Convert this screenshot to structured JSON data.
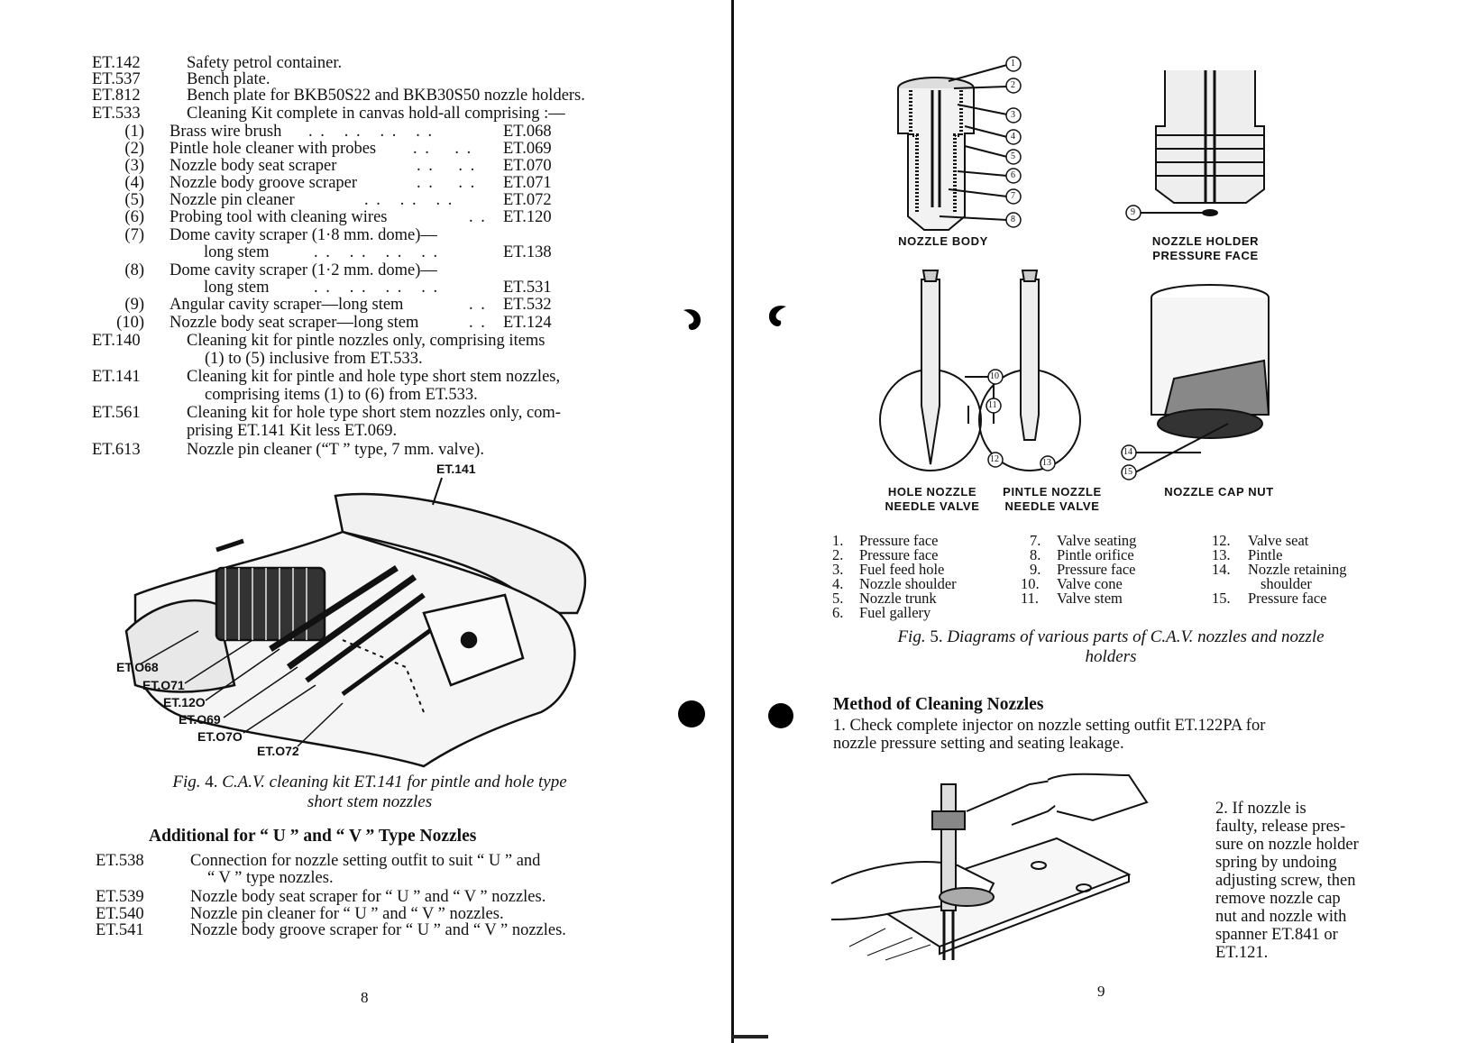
{
  "left_page": {
    "items": [
      {
        "code": "ET.142",
        "desc": "Safety petrol container."
      },
      {
        "code": "ET.537",
        "desc": "Bench plate."
      },
      {
        "code": "ET.812",
        "desc": "Bench plate for BKB50S22 and BKB30S50 nozzle holders."
      },
      {
        "code": "ET.533",
        "desc": "Cleaning Kit complete in canvas hold-all comprising :—"
      }
    ],
    "kit_items": [
      {
        "num": "(1)",
        "desc": "Brass wire brush",
        "code": "ET.068"
      },
      {
        "num": "(2)",
        "desc": "Pintle hole cleaner with probes",
        "code": "ET.069"
      },
      {
        "num": "(3)",
        "desc": "Nozzle body seat scraper",
        "code": "ET.070"
      },
      {
        "num": "(4)",
        "desc": "Nozzle body groove scraper",
        "code": "ET.071"
      },
      {
        "num": "(5)",
        "desc": "Nozzle pin cleaner",
        "code": "ET.072"
      },
      {
        "num": "(6)",
        "desc": "Probing tool with cleaning wires",
        "code": "ET.120"
      },
      {
        "num": "(7)",
        "desc": "Dome cavity scraper (1·8 mm. dome)—",
        "desc2": "long stem",
        "code": "ET.138"
      },
      {
        "num": "(8)",
        "desc": "Dome cavity scraper (1·2 mm. dome)—",
        "desc2": "long stem",
        "code": "ET.531"
      },
      {
        "num": "(9)",
        "desc": "Angular cavity scraper—long stem",
        "code": "ET.532"
      },
      {
        "num": "(10)",
        "desc": "Nozzle body seat scraper—long stem",
        "code": "ET.124"
      }
    ],
    "more_items": [
      {
        "code": "ET.140",
        "line1": "Cleaning kit for pintle nozzles only, comprising items",
        "line2": "(1) to (5) inclusive from ET.533."
      },
      {
        "code": "ET.141",
        "line1": "Cleaning kit for pintle and hole type short stem nozzles,",
        "line2": "comprising items (1) to (6) from ET.533."
      },
      {
        "code": "ET.561",
        "line1": "Cleaning kit for hole type short stem nozzles only, com-",
        "line2": "prising ET.141 Kit less ET.069."
      },
      {
        "code": "ET.613",
        "line1": "Nozzle pin cleaner (“T ” type, 7 mm. valve)."
      }
    ],
    "figure": {
      "labels": [
        "ET.141",
        "ET.O68",
        "ET.O71",
        "ET.12O",
        "ET.O69",
        "ET.O7O",
        "ET.O72"
      ],
      "caption_prefix": "Fig.",
      "caption_num": "4.",
      "caption_line1": "C.A.V. cleaning kit ET.141 for pintle and hole type",
      "caption_line2": "short stem nozzles"
    },
    "additional_heading": "Additional for “ U ” and “ V ” Type Nozzles",
    "additional_items": [
      {
        "code": "ET.538",
        "line1": "Connection for nozzle setting outfit to suit “ U ” and",
        "line2": "“ V ” type nozzles."
      },
      {
        "code": "ET.539",
        "line1": "Nozzle body seat scraper for “ U ” and “ V ” nozzles."
      },
      {
        "code": "ET.540",
        "line1": "Nozzle pin cleaner for “ U ” and “ V ” nozzles."
      },
      {
        "code": "ET.541",
        "line1": "Nozzle body groove scraper for “ U ” and “ V ” nozzles."
      }
    ],
    "page_number": "8"
  },
  "right_page": {
    "diagram_labels": {
      "nozzle_body": "NOZZLE BODY",
      "holder_1": "NOZZLE HOLDER",
      "holder_2": "PRESSURE FACE",
      "hole_1": "HOLE NOZZLE",
      "hole_2": "NEEDLE VALVE",
      "pintle_1": "PINTLE NOZZLE",
      "pintle_2": "NEEDLE VALVE",
      "cap_nut": "NOZZLE CAP NUT"
    },
    "callouts": [
      "1",
      "2",
      "3",
      "4",
      "5",
      "6",
      "7",
      "8",
      "9",
      "10",
      "11",
      "12",
      "13",
      "14",
      "15"
    ],
    "legend_col1": [
      {
        "n": "1.",
        "t": "Pressure face"
      },
      {
        "n": "2.",
        "t": "Pressure face"
      },
      {
        "n": "3.",
        "t": "Fuel feed hole"
      },
      {
        "n": "4.",
        "t": "Nozzle shoulder"
      },
      {
        "n": "5.",
        "t": "Nozzle trunk"
      },
      {
        "n": "6.",
        "t": "Fuel gallery"
      }
    ],
    "legend_col2": [
      {
        "n": "7.",
        "t": "Valve seating"
      },
      {
        "n": "8.",
        "t": "Pintle orifice"
      },
      {
        "n": "9.",
        "t": "Pressure face"
      },
      {
        "n": "10.",
        "t": "Valve cone"
      },
      {
        "n": "11.",
        "t": "Valve stem"
      }
    ],
    "legend_col3": [
      {
        "n": "12.",
        "t": "Valve seat"
      },
      {
        "n": "13.",
        "t": "Pintle"
      },
      {
        "n": "14.",
        "t": "Nozzle retaining",
        "t2": "shoulder"
      },
      {
        "n": "15.",
        "t": "Pressure face"
      }
    ],
    "fig5_prefix": "Fig.",
    "fig5_num": "5.",
    "fig5_line1": "Diagrams of various parts of C.A.V. nozzles and nozzle",
    "fig5_line2": "holders",
    "method_heading": "Method of Cleaning Nozzles",
    "step1_line1": "1.  Check complete injector on nozzle setting outfit ET.122PA for",
    "step1_line2": "nozzle pressure setting and seating leakage.",
    "step2_lines": [
      "2.  If    nozzle    is",
      "faulty, release pres-",
      "sure on nozzle holder",
      "spring by undoing",
      "adjusting screw, then",
      "remove nozzle cap",
      "nut and nozzle with",
      "spanner ET.841 or",
      "ET.121."
    ],
    "page_number": "9"
  }
}
